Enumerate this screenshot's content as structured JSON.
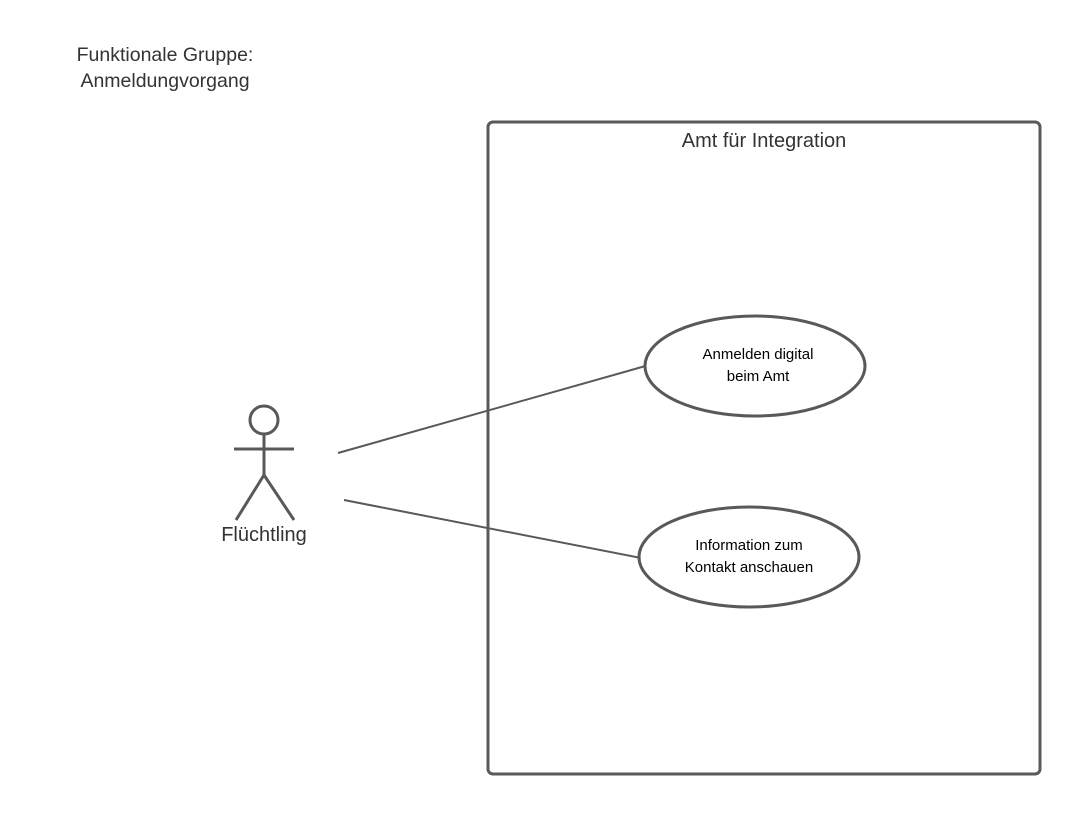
{
  "functional_group": {
    "line1": "Funktionale Gruppe:",
    "line2": "Anmeldungvorgang"
  },
  "system": {
    "title": "Amt für Integration"
  },
  "actor": {
    "label": "Flüchtling"
  },
  "use_cases": [
    {
      "line1": "Anmelden digital",
      "line2": "beim Amt"
    },
    {
      "line1": "Information zum",
      "line2": "Kontakt anschauen"
    }
  ],
  "colors": {
    "stroke": "#595959",
    "text": "#333333"
  }
}
